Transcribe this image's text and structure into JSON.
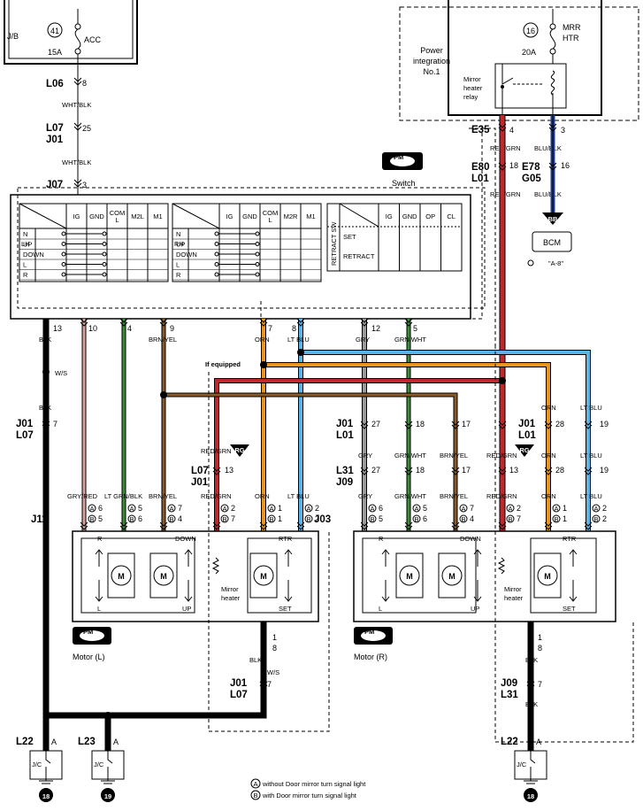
{
  "top_left": {
    "jb": "J/B",
    "fuse_num": "41",
    "fuse_name": "ACC",
    "fuse_amp": "15A",
    "conn1": "L06",
    "pin1": "8",
    "wire1": "WHT/BLK",
    "conn2a": "L07",
    "conn2b": "J01",
    "pin2": "25",
    "wire2": "WHT/BLK",
    "conn3": "J07",
    "pin3": "3"
  },
  "top_right": {
    "power_label": [
      "Power",
      "integration",
      "No.1"
    ],
    "fuse_num": "16",
    "fuse_name": [
      "MRR",
      "HTR"
    ],
    "fuse_amp": "20A",
    "relay_label": [
      "Mirror",
      "heater",
      "relay"
    ],
    "e35": "E35",
    "pin_e35_red": "4",
    "pin_e35_blu": "3",
    "wire_red": "RED/GRN",
    "wire_blu": "BLU/BLK",
    "e80": "E80",
    "l01": "L01",
    "pin_18": "18",
    "e78": "E78",
    "g05": "G05",
    "pin_16": "16",
    "bb_tag": "BB",
    "bcm": "BCM",
    "bcm_ref": "\"A-8\""
  },
  "switch": {
    "pm_tag": "PM",
    "label": "Switch",
    "lh_cols": [
      "IG",
      "GND",
      "COM L",
      "M2L",
      "M1"
    ],
    "rh_cols": [
      "IG",
      "GND",
      "COM L",
      "M2R",
      "M1"
    ],
    "rows": [
      "N",
      "UP",
      "DOWN",
      "L",
      "R"
    ],
    "side_lh": "LH",
    "side_rh": "RH",
    "retract_cols": [
      "IG",
      "GND",
      "OP",
      "CL"
    ],
    "retract_rows": [
      "SET",
      "RETRACT"
    ],
    "retract_title": "RETRACT SW"
  },
  "switch_pins": [
    {
      "pin": "13",
      "wire": "BLK"
    },
    {
      "pin": "10",
      "wire": ""
    },
    {
      "pin": "4",
      "wire": ""
    },
    {
      "pin": "9",
      "wire": "BRN/YEL"
    },
    {
      "pin": "7",
      "wire": "ORN"
    },
    {
      "pin": "8",
      "wire": "LT BLU"
    },
    {
      "pin": "12",
      "wire": "GRY"
    },
    {
      "pin": "5",
      "wire": "GRN/WHT"
    }
  ],
  "mid": {
    "ws": "W/S",
    "blk": "BLK",
    "j01": "J01",
    "l07": "L07",
    "pin7": "7",
    "if_equipped": "If equipped",
    "rg": "RG",
    "red_grn": "RED/GRN",
    "l07b": "L07",
    "j01b": "J01",
    "pin13": "13",
    "right_j01": "J01",
    "right_l01": "L01",
    "pin27": "27",
    "pin18": "18",
    "pin17": "17",
    "right_l31": "L31",
    "right_j09": "J09",
    "orn_j01": "J01",
    "orn_l01": "L01",
    "pin28": "28",
    "pin19": "19",
    "gry": "GRY",
    "grn_wht": "GRN/WHT",
    "brn_yel": "BRN/YEL",
    "orn": "ORN",
    "lt_blu": "LT BLU",
    "pin13r": "13",
    "pin28b": "28",
    "pin19b": "19",
    "pin27b": "27",
    "pin18b": "18",
    "pin17b": "17"
  },
  "motor_left": {
    "conn": "J11",
    "wires": [
      "GRY/RED",
      "LT GRN/BLK",
      "BRN/YEL",
      "RED/GRN",
      "ORN",
      "LT BLU"
    ],
    "pins_a": [
      "6",
      "5",
      "7",
      "2",
      "1",
      "2"
    ],
    "pins_b": [
      "5",
      "6",
      "4",
      "7",
      "1",
      "2"
    ],
    "labels": {
      "r": "R",
      "l": "L",
      "down": "DOWN",
      "up": "UP",
      "rtr": "RTR",
      "set": "SET",
      "heater": [
        "Mirror",
        "heater"
      ],
      "m": "M"
    },
    "pm": "PM",
    "caption": "Motor (L)",
    "gnd_pin_a": "1",
    "gnd_pin_b": "8",
    "gnd_wire": "BLK",
    "ws": "W/S",
    "j01": "J01",
    "l07": "L07",
    "pin7": "7"
  },
  "motor_right": {
    "conn": "J03",
    "wires": [
      "GRY",
      "GRN/WHT",
      "BRN/YEL",
      "RED/GRN",
      "ORN",
      "LT BLU"
    ],
    "pins_a": [
      "6",
      "5",
      "7",
      "2",
      "1",
      "2"
    ],
    "pins_b": [
      "5",
      "6",
      "4",
      "7",
      "1",
      "2"
    ],
    "pm": "PM",
    "caption": "Motor (R)",
    "gnd_pin_a": "1",
    "gnd_pin_b": "8",
    "gnd_wire": "BLK",
    "j09": "J09",
    "l31": "L31",
    "pin7": "7"
  },
  "grounds": [
    {
      "conn": "L22",
      "pin": "A",
      "jc": "J/C",
      "num": "18"
    },
    {
      "conn": "L23",
      "pin": "A",
      "jc": "J/C",
      "num": "19"
    },
    {
      "conn": "L22",
      "pin": "A",
      "jc": "J/C",
      "num": "18"
    }
  ],
  "legend": {
    "a": "without Door mirror turn signal light",
    "b": "with Door mirror turn signal light"
  },
  "colors": {
    "red": "#c0282d",
    "orange": "#e8961e",
    "blue": "#5ab4e8",
    "gray": "#9a9a9a",
    "green": "#3c8c3c",
    "brown": "#8a5a28",
    "navy": "#1c3c8c",
    "black": "#000000"
  }
}
